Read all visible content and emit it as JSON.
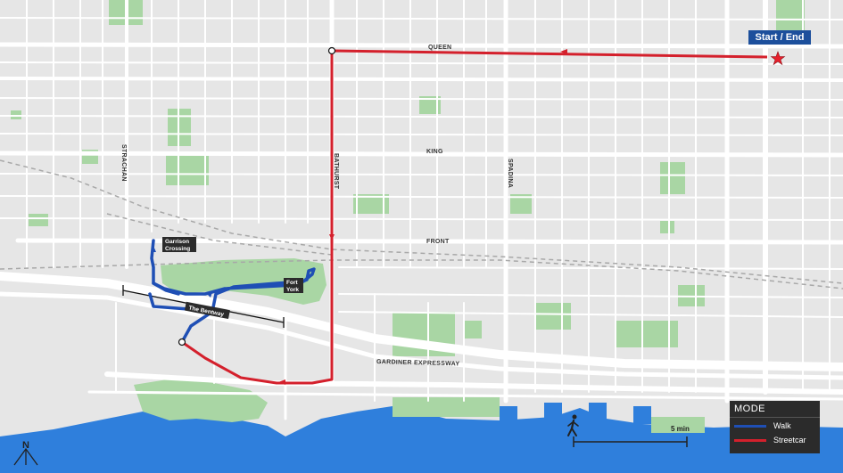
{
  "map": {
    "streets": {
      "queen": "QUEEN",
      "king": "KING",
      "front": "FRONT",
      "gardiner": "GARDINER EXPRESSWAY",
      "strachan": "STRACHAN",
      "bathurst": "BATHURST",
      "spadina": "SPADINA"
    },
    "places": {
      "garrison_line1": "Garrison",
      "garrison_line2": "Crossing",
      "fort_line1": "Fort",
      "fort_line2": "York",
      "bentway": "The Bentway"
    },
    "start_end_label": "Start / End",
    "scale_label": "5 min",
    "north_label": "N"
  },
  "legend": {
    "title": "MODE",
    "items": [
      {
        "label": "Walk",
        "color": "#1f4fb5"
      },
      {
        "label": "Streetcar",
        "color": "#d4202c"
      }
    ]
  },
  "colors": {
    "land": "#e6e6e6",
    "road": "#ffffff",
    "park": "#a9d6a4",
    "water": "#2f7fdc",
    "walk": "#1f4fb5",
    "streetcar": "#d4202c",
    "start_star": "#e8202c"
  }
}
